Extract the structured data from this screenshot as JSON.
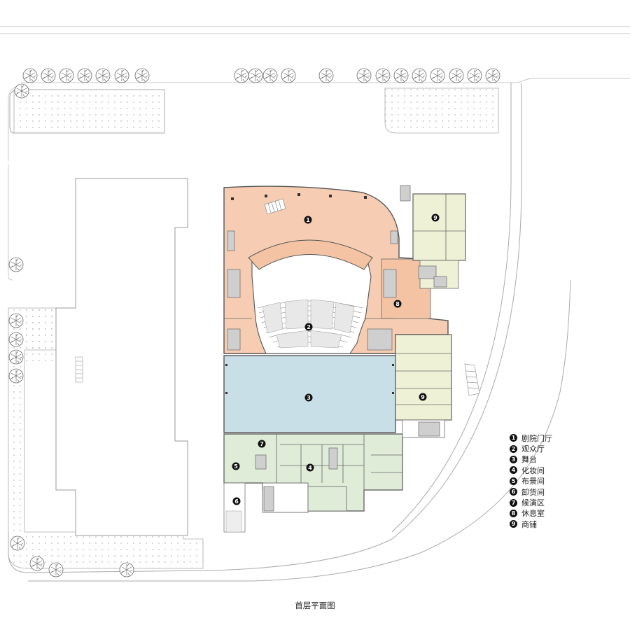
{
  "title": "首层平面图",
  "legend": [
    {
      "num": "1",
      "label": "剧院门厅"
    },
    {
      "num": "2",
      "label": "观众厅"
    },
    {
      "num": "3",
      "label": "舞台"
    },
    {
      "num": "4",
      "label": "化妆间"
    },
    {
      "num": "5",
      "label": "布景间"
    },
    {
      "num": "6",
      "label": "卸货间"
    },
    {
      "num": "7",
      "label": "候演区"
    },
    {
      "num": "8",
      "label": "休息室"
    },
    {
      "num": "9",
      "label": "商铺"
    }
  ],
  "colors": {
    "foyer": "#f6cdb2",
    "stage": "#c8dfe7",
    "backstage": "#deecd8",
    "shops": "#eff1d6",
    "walls": "#555555",
    "grey": "#bdbdbd"
  },
  "icons": [
    "tree-icon",
    "number-marker-icon"
  ]
}
